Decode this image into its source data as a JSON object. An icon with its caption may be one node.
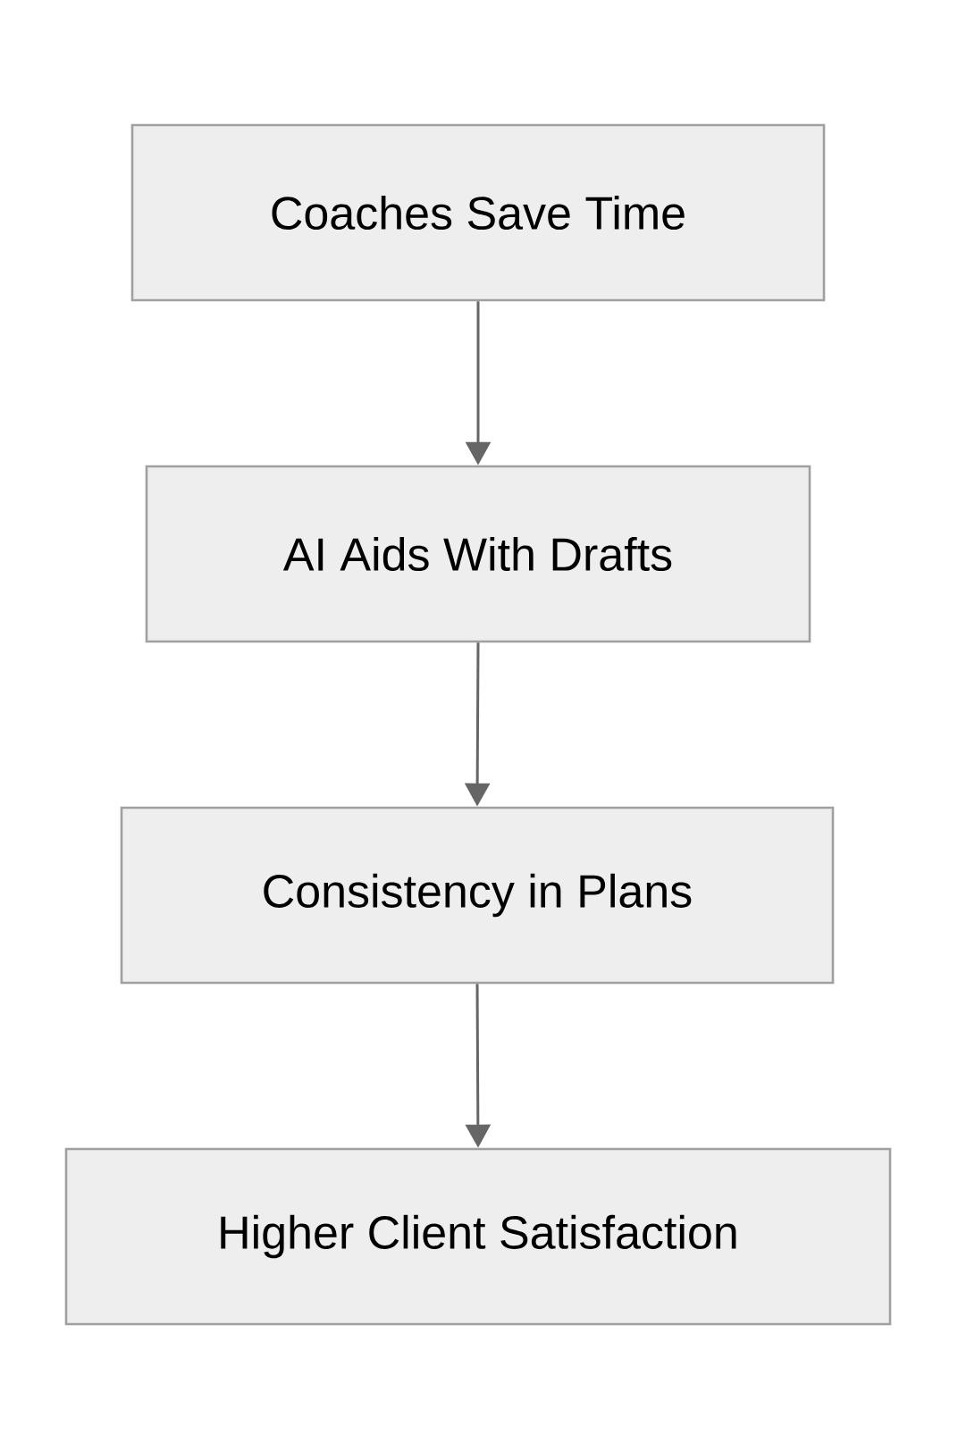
{
  "diagram": {
    "nodes": [
      {
        "text": [
          "Coaches Save Time"
        ]
      },
      {
        "text": [
          "AI Aids With Drafts"
        ]
      },
      {
        "text": [
          "Consistency in Plans"
        ]
      },
      {
        "text": [
          "Higher Client Satisfaction"
        ]
      }
    ],
    "edges": [
      {
        "from": 0,
        "to": 1,
        "arrow": "to"
      },
      {
        "from": 1,
        "to": 2,
        "arrow": "to"
      },
      {
        "from": 2,
        "to": 3,
        "arrow": "to"
      }
    ]
  }
}
